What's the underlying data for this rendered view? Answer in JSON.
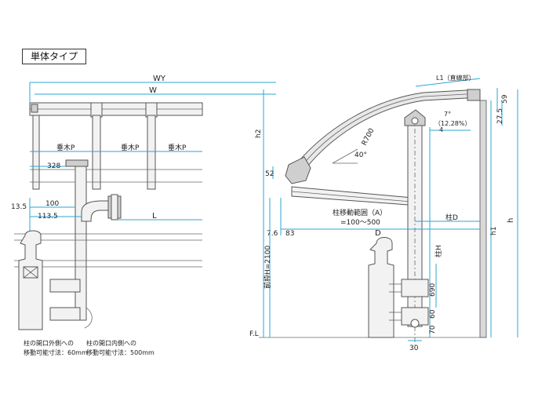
{
  "title": "単体タイプ",
  "left_view": {
    "dims": {
      "wy": "WY",
      "w": "W",
      "rafter_p1": "垂木P",
      "rafter_p2": "垂木P",
      "rafter_p3": "垂木P",
      "d328": "328",
      "d13_5": "13.5",
      "d100": "100",
      "d113_5": "113.5",
      "l": "L"
    },
    "notes": {
      "outer_line1": "柱の開口外側への",
      "outer_line2": "移動可能寸法：60mm",
      "inner_line1": "柱の開口内側への",
      "inner_line2": "移動可能寸法：500mm"
    }
  },
  "right_view": {
    "dims": {
      "l1": "L1（直線部）",
      "d59": "59",
      "d27_5": "27.5",
      "slope": "7°",
      "slope_pct": "（12.28%）",
      "d4": "4",
      "r700": "R700",
      "angle40": "40°",
      "d52": "52",
      "h2": "h2",
      "h": "h",
      "h1": "h1",
      "range_label": "柱移動範囲（A）",
      "range_value": "=100～500",
      "col_d": "柱D",
      "d7_6": "7.6",
      "d83": "83",
      "d": "D",
      "col_h": "柱H",
      "front_h": "前枠H=2100",
      "d690": "690",
      "d60": "60",
      "d70": "70",
      "d30": "30",
      "fl": "F.L"
    }
  },
  "colors": {
    "dimension": "#2aa7d6",
    "outline": "#555555"
  }
}
